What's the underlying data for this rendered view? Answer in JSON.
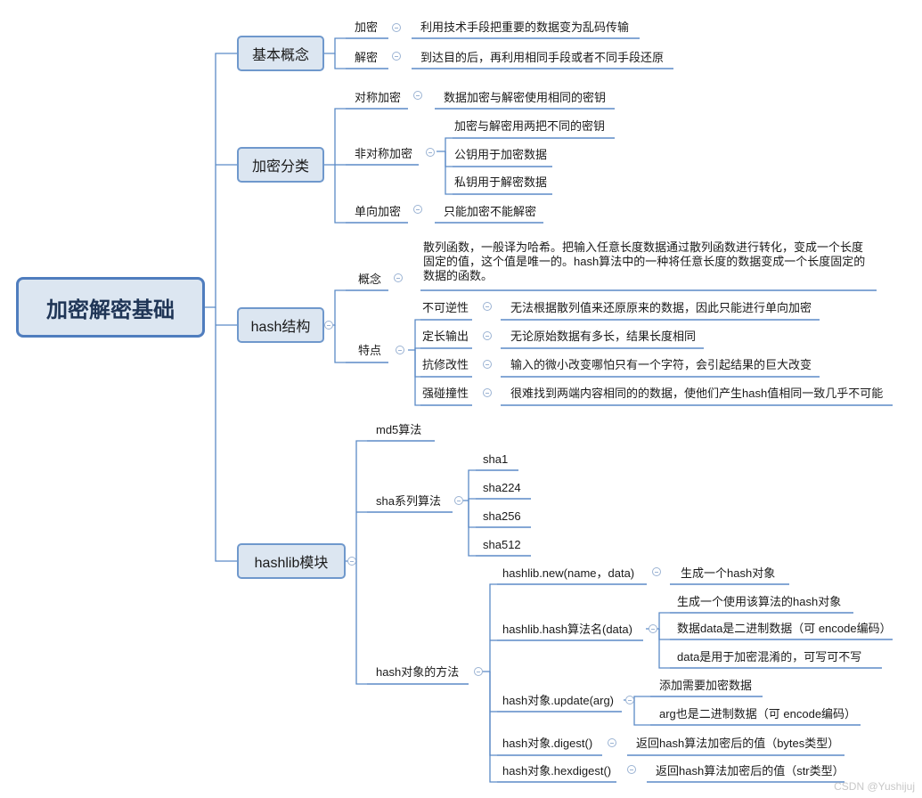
{
  "root": "加密解密基础",
  "basic": {
    "label": "基本概念",
    "encrypt": {
      "label": "加密",
      "desc": "利用技术手段把重要的数据变为乱码传输"
    },
    "decrypt": {
      "label": "解密",
      "desc": "到达目的后，再利用相同手段或者不同手段还原"
    }
  },
  "classify": {
    "label": "加密分类",
    "symmetric": {
      "label": "对称加密",
      "desc": "数据加密与解密使用相同的密钥"
    },
    "asymmetric": {
      "label": "非对称加密",
      "items": [
        "加密与解密用两把不同的密钥",
        "公钥用于加密数据",
        "私钥用于解密数据"
      ]
    },
    "oneway": {
      "label": "单向加密",
      "desc": "只能加密不能解密"
    }
  },
  "hash": {
    "label": "hash结构",
    "concept": {
      "label": "概念",
      "lines": [
        "散列函数，一般译为哈希。把输入任意长度数据通过散列函数进行转化，变成一个长度",
        "固定的值，这个值是唯一的。hash算法中的一种将任意长度的数据变成一个长度固定的",
        "数据的函数。"
      ]
    },
    "features": {
      "label": "特点",
      "items": [
        {
          "name": "不可逆性",
          "desc": "无法根据散列值来还原原来的数据，因此只能进行单向加密"
        },
        {
          "name": "定长输出",
          "desc": "无论原始数据有多长，结果长度相同"
        },
        {
          "name": "抗修改性",
          "desc": "输入的微小改变哪怕只有一个字符，会引起结果的巨大改变"
        },
        {
          "name": "强碰撞性",
          "desc": "很难找到两端内容相同的的数据，使他们产生hash值相同一致几乎不可能"
        }
      ]
    }
  },
  "hashlib": {
    "label": "hashlib模块",
    "md5": "md5算法",
    "sha": {
      "label": "sha系列算法",
      "items": [
        "sha1",
        "sha224",
        "sha256",
        "sha512"
      ]
    },
    "methods": {
      "label": "hash对象的方法",
      "new": {
        "label": "hashlib.new(name，data)",
        "desc": "生成一个hash对象"
      },
      "byname": {
        "label": "hashlib.hash算法名(data)",
        "items": [
          "生成一个使用该算法的hash对象",
          "数据data是二进制数据（可 encode编码）",
          "data是用于加密混淆的，可写可不写"
        ]
      },
      "update": {
        "label": "hash对象.update(arg)",
        "items": [
          "添加需要加密数据",
          "arg也是二进制数据（可 encode编码）"
        ]
      },
      "digest": {
        "label": "hash对象.digest()",
        "desc": "返回hash算法加密后的值（bytes类型）"
      },
      "hexdigest": {
        "label": "hash对象.hexdigest()",
        "desc": "返回hash算法加密后的值（str类型）"
      }
    }
  },
  "watermark": "CSDN @Yushijuj",
  "colors": {
    "line": "#5b8ac7",
    "node_fill": "#dce6f1",
    "node_border": "#6f98cc",
    "root_border": "#4f7dbe"
  }
}
